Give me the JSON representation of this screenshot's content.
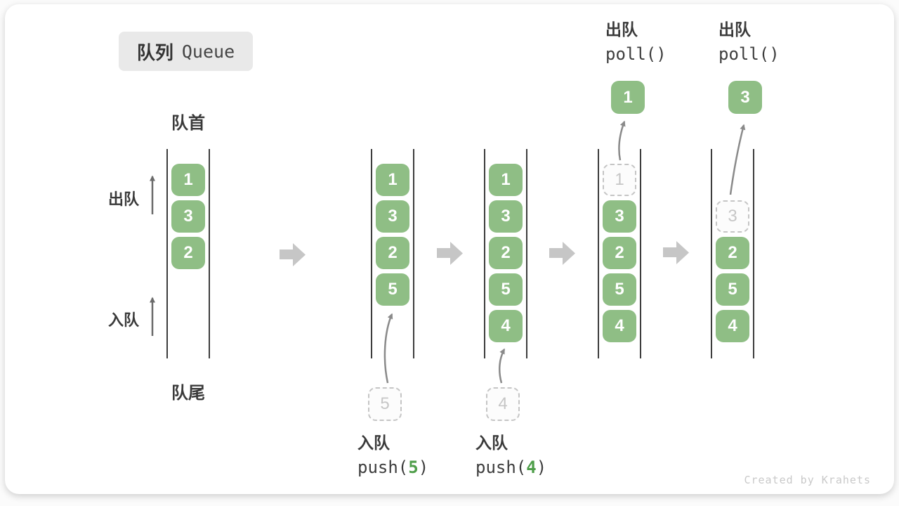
{
  "title": {
    "zh": "队列",
    "en": "Queue"
  },
  "labels": {
    "front": "队首",
    "rear": "队尾",
    "dequeue_side": "出队",
    "enqueue_side": "入队"
  },
  "columns": {
    "q1": {
      "items": [
        "1",
        "3",
        "2"
      ]
    },
    "q2": {
      "items": [
        "1",
        "3",
        "2",
        "5"
      ]
    },
    "q3": {
      "items": [
        "1",
        "3",
        "2",
        "5",
        "4"
      ]
    },
    "q4": {
      "dashed": "1",
      "items": [
        "3",
        "2",
        "5",
        "4"
      ]
    },
    "q5": {
      "dashed": "3",
      "items": [
        "2",
        "5",
        "4"
      ]
    }
  },
  "staging": {
    "below_q2": "5",
    "below_q3": "4"
  },
  "dequeued": {
    "above_q4": "1",
    "above_q5": "3"
  },
  "operations": {
    "push5": {
      "label": "入队",
      "code_pre": "push(",
      "arg": "5",
      "code_post": ")"
    },
    "push4": {
      "label": "入队",
      "code_pre": "push(",
      "arg": "4",
      "code_post": ")"
    },
    "poll_1": {
      "label": "出队",
      "code": "poll()"
    },
    "poll_2": {
      "label": "出队",
      "code": "poll()"
    }
  },
  "watermark": "Created by Krahets",
  "colors": {
    "item_green": "#8FBE85",
    "arg_green": "#4F9E4A",
    "dashed_gray": "#C5C5C5",
    "block_arrow_gray": "#C6C6C6",
    "wall_dark": "#3D3D3D",
    "badge_bg": "#E9E9E9"
  }
}
